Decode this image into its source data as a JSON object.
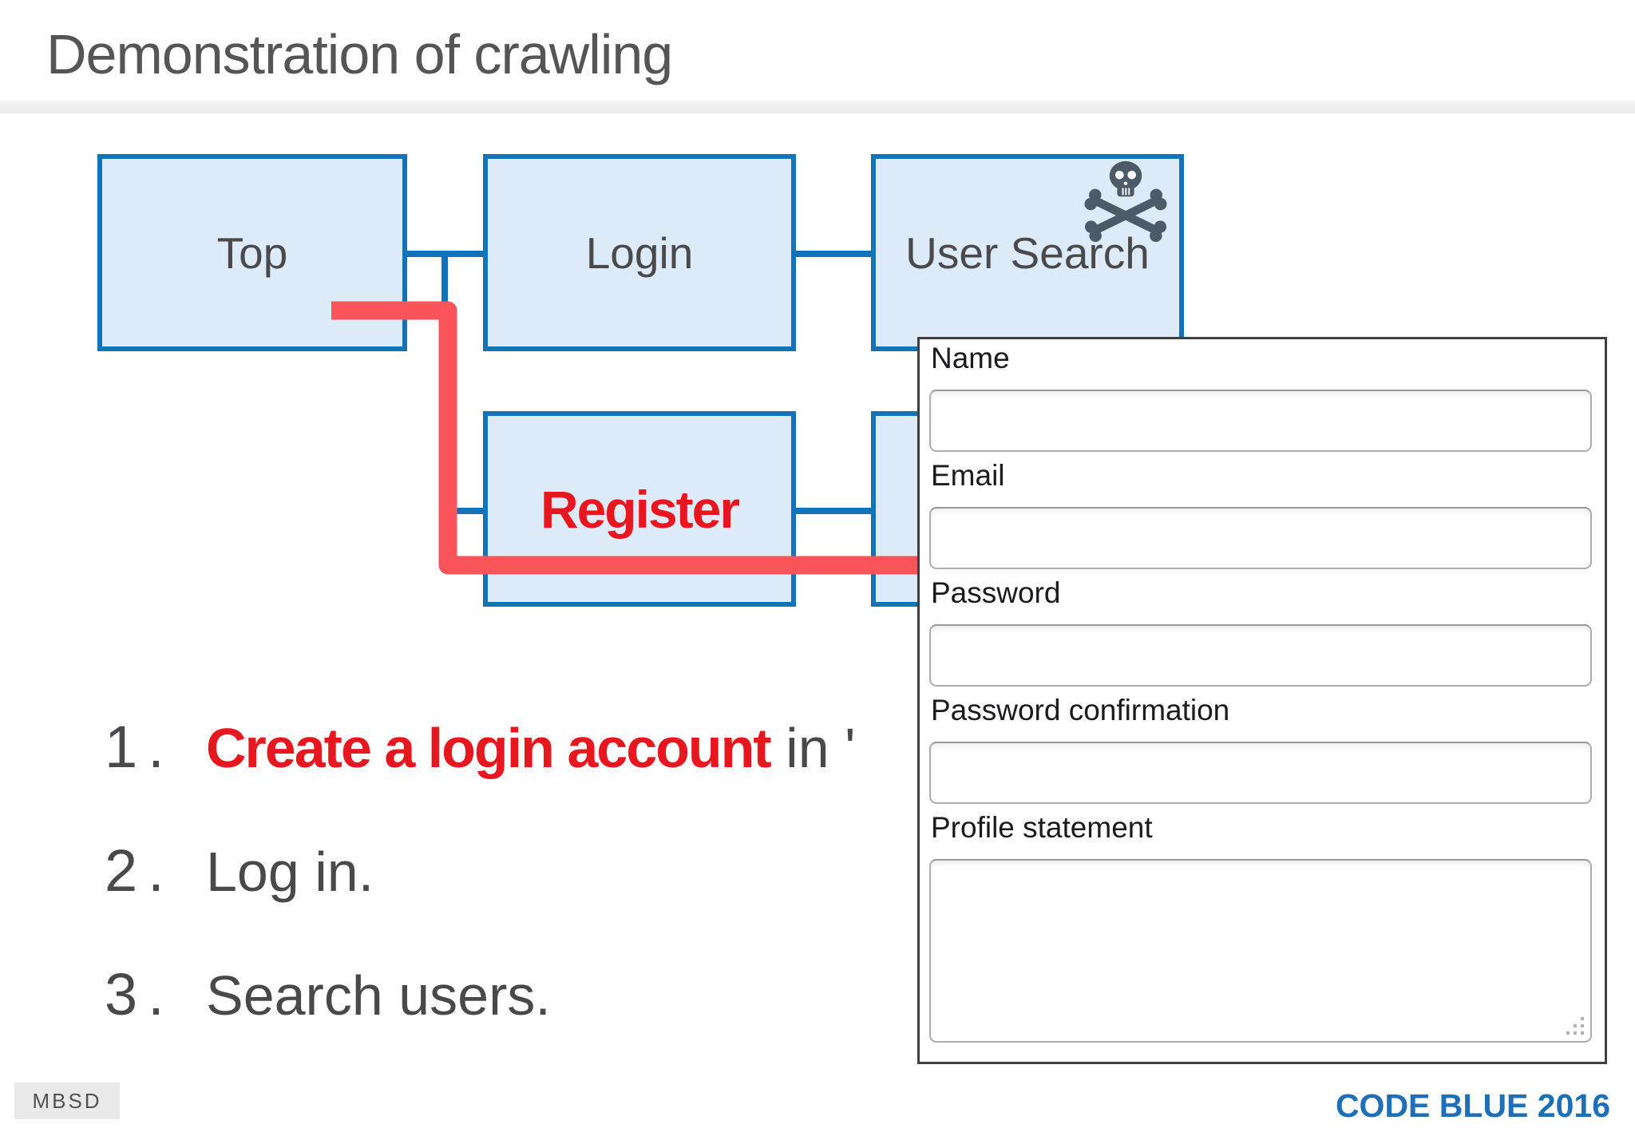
{
  "title": "Demonstration of crawling",
  "diagram": {
    "nodes": {
      "top": "Top",
      "login": "Login",
      "user_search": "User Search",
      "register": "Register"
    },
    "hazard_icon": "skull-and-crossbones",
    "crawl_path_color": "#f9545a"
  },
  "steps": [
    {
      "num": "1",
      "dot": ".",
      "highlight": "Create a login account",
      "tail": " in '"
    },
    {
      "num": "2",
      "dot": ".",
      "text": "Log in."
    },
    {
      "num": "3",
      "dot": ".",
      "text": "Search users."
    }
  ],
  "form": {
    "fields": [
      {
        "label": "Name",
        "type": "text",
        "value": ""
      },
      {
        "label": "Email",
        "type": "text",
        "value": ""
      },
      {
        "label": "Password",
        "type": "text",
        "value": ""
      },
      {
        "label": "Password confirmation",
        "type": "text",
        "value": ""
      },
      {
        "label": "Profile statement",
        "type": "textarea",
        "value": ""
      }
    ],
    "resize_grip_icon": "textarea-resize-grip"
  },
  "footer": {
    "left_badge": "MBSD",
    "right_brand": "CODE BLUE 2016"
  },
  "colors": {
    "box_border": "#1473b8",
    "box_fill": "#ddebf8",
    "accent_red": "#e8161f",
    "path_red": "#f9545a",
    "brand_blue": "#1c6fb8",
    "title_gray": "#555558"
  }
}
